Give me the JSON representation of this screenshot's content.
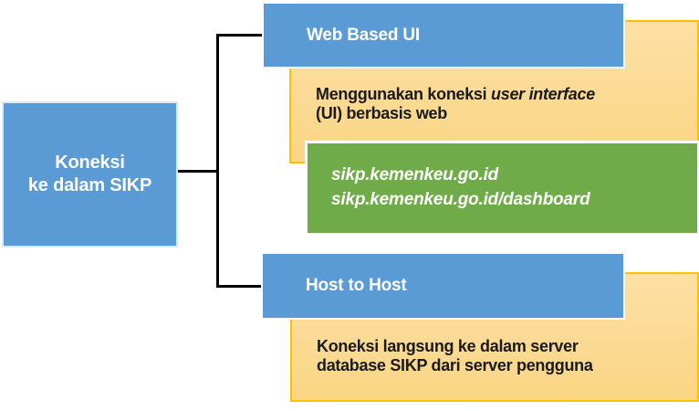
{
  "colors": {
    "node_blue": "#5B9BD5",
    "panel_fill_top": "#FCE0A5",
    "panel_fill_bottom": "#F9D584",
    "panel_border": "#FFC000",
    "url_box_green": "#6FAB48",
    "connector": "#000000",
    "body_text": "#1A1A1A"
  },
  "root_node": {
    "label_line1": "Koneksi",
    "label_line2": "ke dalam SIKP"
  },
  "branches": [
    {
      "title": "Web Based UI",
      "description_prefix": "Menggunakan koneksi ",
      "description_italic": "user interface",
      "description_line2": "(UI) berbasis web",
      "urls": [
        "sikp.kemenkeu.go.id",
        "sikp.kemenkeu.go.id/dashboard"
      ]
    },
    {
      "title": "Host to Host",
      "description_line1": "Koneksi langsung ke dalam server",
      "description_line2": "database SIKP dari server pengguna"
    }
  ]
}
